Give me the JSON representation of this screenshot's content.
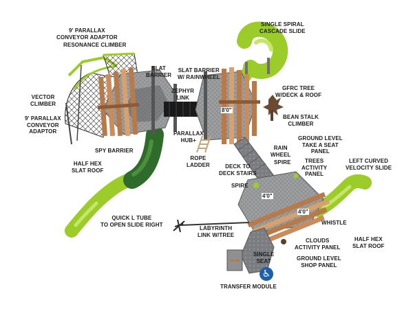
{
  "labels": {
    "parallax_adaptor_top": [
      "9' PARALLAX",
      "CONVEYOR ADAPTOR"
    ],
    "resonance_climber": "RESONANCE CLIMBER",
    "slat_barrier": [
      "SLAT",
      "BARRIER"
    ],
    "slat_barrier_rainwheel": [
      "SLAT BARRIER",
      "W/ RAINWHEEL"
    ],
    "single_spiral": [
      "SINGLE SPIRAL",
      "CASCADE SLIDE"
    ],
    "vector_climber": [
      "VECTOR",
      "CLIMBER"
    ],
    "zephyr_link": [
      "ZEPHYR",
      "LINK"
    ],
    "gfrc_tree": [
      "GFRC TREE",
      "W/DECK & ROOF"
    ],
    "parallax_adaptor_left": [
      "9' PARALLAX",
      "CONVEYOR",
      "ADAPTOR"
    ],
    "parallax_hub": [
      "PARALLAX",
      "HUB+"
    ],
    "bean_stalk": [
      "BEAN STALK",
      "CLIMBER"
    ],
    "spy_barrier": "SPY BARRIER",
    "half_hex_left": [
      "HALF HEX",
      "SLAT ROOF"
    ],
    "rope_ladder": [
      "ROPE",
      "LADDER"
    ],
    "deck_stairs": [
      "DECK TO",
      "DECK STAIRS"
    ],
    "rain_wheel": [
      "RAIN",
      "WHEEL"
    ],
    "ground_take_seat": [
      "GROUND LEVEL",
      "TAKE A SEAT",
      "PANEL"
    ],
    "spire_upper": "SPIRE",
    "trees_panel": [
      "TREES",
      "ACTIVITY",
      "PANEL"
    ],
    "left_curved": [
      "LEFT CURVED",
      "VELOCITY SLIDE"
    ],
    "spire_lower": "SPIRE",
    "quick_l_tube": [
      "QUICK L TUBE",
      "TO OPEN SLIDE RIGHT"
    ],
    "labyrinth": [
      "LABYRINTH",
      "LINK W/TREE"
    ],
    "whistle": "WHISTLE",
    "clouds_panel": [
      "CLOUDS",
      "ACTIVITY PANEL"
    ],
    "half_hex_right": [
      "HALF HEX",
      "SLAT ROOF"
    ],
    "single_seat": [
      "SINGLE",
      "SEAT"
    ],
    "ground_shop": [
      "GROUND LEVEL",
      "SHOP PANEL"
    ],
    "transfer_module": "TRANSFER MODULE"
  },
  "dimensions": {
    "upper_deck": "8'0\"",
    "lower_deck_left": "4'0\"",
    "lower_deck_right": "4'0\""
  },
  "icons": {
    "accessibility": "wheelchair-icon"
  },
  "colors": {
    "slide_lime": "#9ccc2a",
    "tube_green": "#2f6b2a",
    "deck_gray": "#8e9092",
    "wood": "#b77a4a",
    "accent_blue": "#1d5fa8"
  }
}
